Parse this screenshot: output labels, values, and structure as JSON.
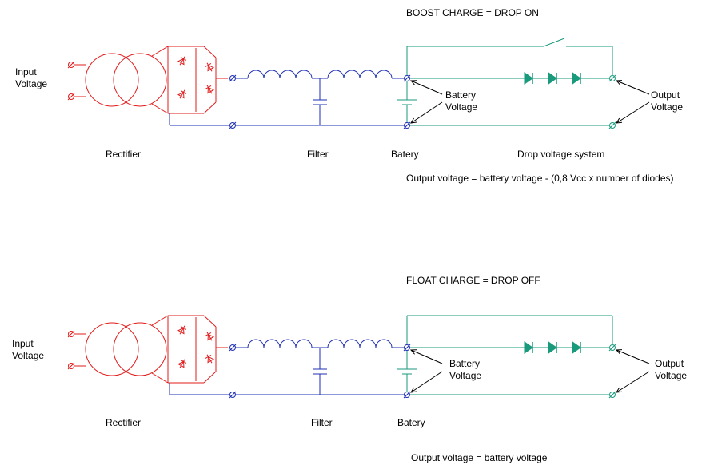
{
  "colors": {
    "red": "#e21b1b",
    "blue": "#1e2fb4",
    "green": "#1a9a7c",
    "text": "#000000"
  },
  "top": {
    "title": "BOOST CHARGE = DROP ON",
    "input_label": "Input\nVoltage",
    "rectifier_label": "Rectifier",
    "filter_label": "Filter",
    "battery_label": "Batery",
    "battery_voltage_label": "Battery\nVoltage",
    "drop_label": "Drop voltage system",
    "output_label": "Output\nVoltage",
    "formula": "Output voltage = battery voltage - (0,8 Vcc x number of diodes)",
    "switch_closed": true
  },
  "bottom": {
    "title": "FLOAT CHARGE = DROP OFF",
    "input_label": "Input\nVoltage",
    "rectifier_label": "Rectifier",
    "filter_label": "Filter",
    "battery_label": "Batery",
    "battery_voltage_label": "Battery\nVoltage",
    "output_label": "Output\nVoltage",
    "formula": "Output voltage = battery voltage",
    "switch_closed": false
  },
  "icons": [
    "transformer-icon",
    "bridge-rectifier-icon",
    "inductor-icon",
    "capacitor-icon",
    "battery-icon",
    "diode-icon",
    "switch-icon",
    "terminal-icon"
  ]
}
